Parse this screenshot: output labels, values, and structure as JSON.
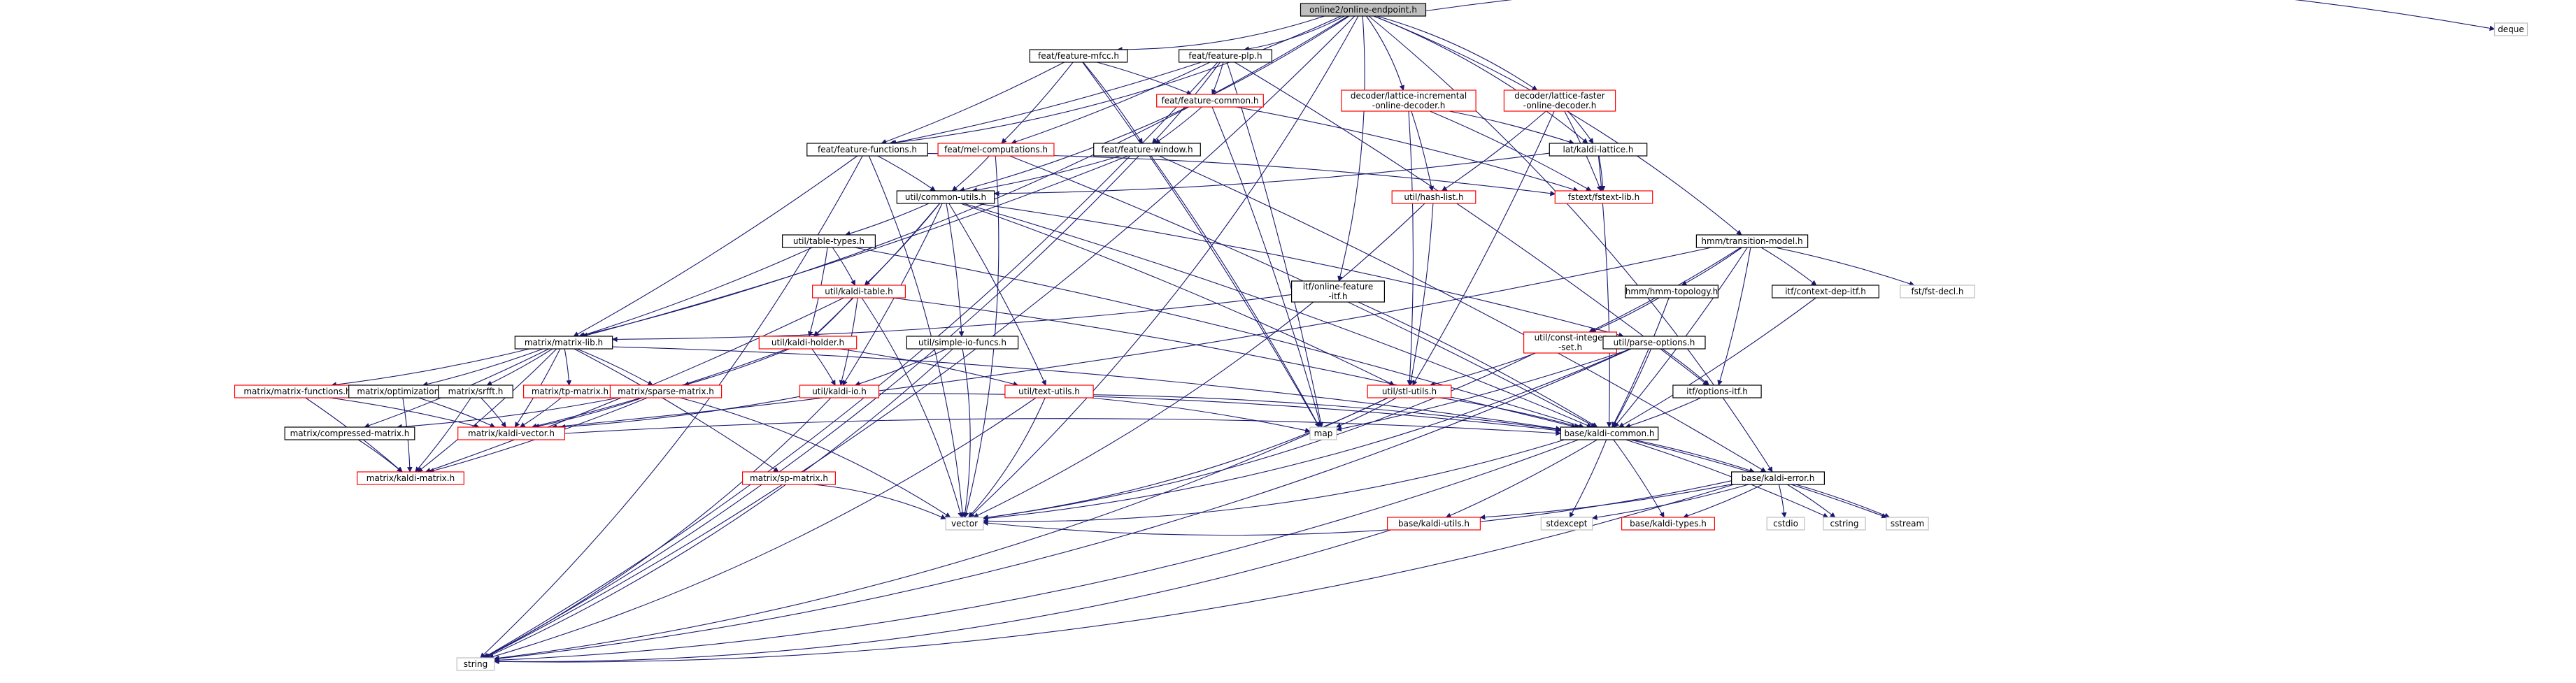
{
  "diagram": {
    "root": "online2/online-endpoint.h",
    "colors": {
      "edge": "#191970",
      "edge_alt": "#a9a9a9",
      "box_black": "#000000",
      "box_red": "#ff0000",
      "box_gray": "#bfbfbf",
      "root_fill": "#bfbfbf",
      "node_fill": "#ffffff",
      "text": "#000000"
    },
    "nodes": [
      {
        "id": "root",
        "label": "online2/online-endpoint.h",
        "style": "root"
      },
      {
        "id": "mfcc",
        "label": "feat/feature-mfcc.h",
        "style": "black"
      },
      {
        "id": "plp",
        "label": "feat/feature-plp.h",
        "style": "black"
      },
      {
        "id": "common",
        "label": "feat/feature-common.h",
        "style": "red"
      },
      {
        "id": "mel",
        "label": "feat/mel-computations.h",
        "style": "red"
      },
      {
        "id": "functions",
        "label": "feat/feature-functions.h",
        "style": "black"
      },
      {
        "id": "window",
        "label": "feat/feature-window.h",
        "style": "black"
      },
      {
        "id": "incremental",
        "label": [
          "decoder/lattice-incremental",
          "-online-decoder.h"
        ],
        "style": "red"
      },
      {
        "id": "faster",
        "label": [
          "decoder/lattice-faster",
          "-online-decoder.h"
        ],
        "style": "red"
      },
      {
        "id": "kaldilattice",
        "label": "lat/kaldi-lattice.h",
        "style": "black"
      },
      {
        "id": "hashlist",
        "label": "util/hash-list.h",
        "style": "red"
      },
      {
        "id": "fstextlib",
        "label": "fstext/fstext-lib.h",
        "style": "red"
      },
      {
        "id": "commonutils",
        "label": "util/common-utils.h",
        "style": "black"
      },
      {
        "id": "tabletypes",
        "label": "util/table-types.h",
        "style": "black"
      },
      {
        "id": "kalditable",
        "label": "util/kaldi-table.h",
        "style": "red"
      },
      {
        "id": "onlinefeature",
        "label": [
          "itf/online-feature",
          "-itf.h"
        ],
        "style": "black"
      },
      {
        "id": "transition",
        "label": "hmm/transition-model.h",
        "style": "black"
      },
      {
        "id": "hmmtopo",
        "label": "hmm/hmm-topology.h",
        "style": "black"
      },
      {
        "id": "contextdep",
        "label": "itf/context-dep-itf.h",
        "style": "black"
      },
      {
        "id": "fstdecl",
        "label": "fst/fst-decl.h",
        "style": "gray"
      },
      {
        "id": "matrixlib",
        "label": "matrix/matrix-lib.h",
        "style": "black"
      },
      {
        "id": "kaldiholder",
        "label": "util/kaldi-holder.h",
        "style": "red"
      },
      {
        "id": "simpleio",
        "label": "util/simple-io-funcs.h",
        "style": "black"
      },
      {
        "id": "constint",
        "label": [
          "util/const-integer",
          "-set.h"
        ],
        "style": "red"
      },
      {
        "id": "parseoptions",
        "label": "util/parse-options.h",
        "style": "black"
      },
      {
        "id": "matrixfunctions",
        "label": "matrix/matrix-functions.h",
        "style": "red"
      },
      {
        "id": "optimization",
        "label": "matrix/optimization.h",
        "style": "black"
      },
      {
        "id": "srfft",
        "label": "matrix/srfft.h",
        "style": "black"
      },
      {
        "id": "tpmatrix",
        "label": "matrix/tp-matrix.h",
        "style": "red"
      },
      {
        "id": "sparsematrix",
        "label": "matrix/sparse-matrix.h",
        "style": "red"
      },
      {
        "id": "kaldiio",
        "label": "util/kaldi-io.h",
        "style": "red"
      },
      {
        "id": "textutils",
        "label": "util/text-utils.h",
        "style": "red"
      },
      {
        "id": "stlutils",
        "label": "util/stl-utils.h",
        "style": "red"
      },
      {
        "id": "optionsitf",
        "label": "itf/options-itf.h",
        "style": "black"
      },
      {
        "id": "compressed",
        "label": "matrix/compressed-matrix.h",
        "style": "black"
      },
      {
        "id": "kaldivector",
        "label": "matrix/kaldi-vector.h",
        "style": "red"
      },
      {
        "id": "map",
        "label": "map",
        "style": "gray"
      },
      {
        "id": "kaldicommon",
        "label": "base/kaldi-common.h",
        "style": "black"
      },
      {
        "id": "kaldimatrix",
        "label": "matrix/kaldi-matrix.h",
        "style": "red"
      },
      {
        "id": "spmatrix",
        "label": "matrix/sp-matrix.h",
        "style": "red"
      },
      {
        "id": "kaldierror",
        "label": "base/kaldi-error.h",
        "style": "black"
      },
      {
        "id": "vector",
        "label": "vector",
        "style": "gray"
      },
      {
        "id": "kaldiutils",
        "label": "base/kaldi-utils.h",
        "style": "red"
      },
      {
        "id": "stdexcept",
        "label": "stdexcept",
        "style": "gray"
      },
      {
        "id": "kalditypes",
        "label": "base/kaldi-types.h",
        "style": "red"
      },
      {
        "id": "cstdio",
        "label": "cstdio",
        "style": "gray"
      },
      {
        "id": "cstring",
        "label": "cstring",
        "style": "gray"
      },
      {
        "id": "sstream",
        "label": "sstream",
        "style": "gray"
      },
      {
        "id": "string",
        "label": "string",
        "style": "gray"
      },
      {
        "id": "deque",
        "label": "deque",
        "style": "gray"
      }
    ],
    "edges": [
      [
        "root",
        "mfcc"
      ],
      [
        "root",
        "plp"
      ],
      [
        "root",
        "functions"
      ],
      [
        "root",
        "commonutils"
      ],
      [
        "root",
        "incremental"
      ],
      [
        "root",
        "faster"
      ],
      [
        "root",
        "kaldilattice"
      ],
      [
        "root",
        "onlinefeature"
      ],
      [
        "root",
        "transition"
      ],
      [
        "root",
        "matrixlib"
      ],
      [
        "root",
        "kaldierror"
      ],
      [
        "root",
        "vector"
      ],
      [
        "root",
        "string"
      ],
      [
        "root",
        "deque"
      ],
      [
        "mfcc",
        "common"
      ],
      [
        "mfcc",
        "functions"
      ],
      [
        "mfcc",
        "mel"
      ],
      [
        "mfcc",
        "window"
      ],
      [
        "mfcc",
        "map"
      ],
      [
        "plp",
        "common"
      ],
      [
        "plp",
        "functions"
      ],
      [
        "plp",
        "mel"
      ],
      [
        "plp",
        "window"
      ],
      [
        "plp",
        "map"
      ],
      [
        "plp",
        "optionsitf"
      ],
      [
        "plp",
        "string"
      ],
      [
        "common",
        "window"
      ],
      [
        "common",
        "map"
      ],
      [
        "common",
        "fstextlib"
      ],
      [
        "mel",
        "commonutils"
      ],
      [
        "mel",
        "vector"
      ],
      [
        "mel",
        "kaldicommon"
      ],
      [
        "functions",
        "commonutils"
      ],
      [
        "functions",
        "matrixlib"
      ],
      [
        "functions",
        "string"
      ],
      [
        "functions",
        "vector"
      ],
      [
        "functions",
        "fstextlib"
      ],
      [
        "window",
        "commonutils"
      ],
      [
        "window",
        "matrixlib"
      ],
      [
        "window",
        "map"
      ],
      [
        "window",
        "kaldierror"
      ],
      [
        "window",
        "string"
      ],
      [
        "incremental",
        "kaldilattice"
      ],
      [
        "incremental",
        "hashlist"
      ],
      [
        "incremental",
        "fstextlib"
      ],
      [
        "incremental",
        "stlutils"
      ],
      [
        "faster",
        "kaldilattice"
      ],
      [
        "faster",
        "hashlist"
      ],
      [
        "faster",
        "fstextlib"
      ],
      [
        "faster",
        "stlutils"
      ],
      [
        "kaldilattice",
        "fstextlib"
      ],
      [
        "kaldilattice",
        "commonutils"
      ],
      [
        "kaldilattice",
        "kaldicommon"
      ],
      [
        "hashlist",
        "stlutils"
      ],
      [
        "hashlist",
        "vector"
      ],
      [
        "commonutils",
        "tabletypes"
      ],
      [
        "commonutils",
        "kalditable"
      ],
      [
        "commonutils",
        "kaldiholder"
      ],
      [
        "commonutils",
        "simpleio"
      ],
      [
        "commonutils",
        "parseoptions"
      ],
      [
        "commonutils",
        "kaldiio"
      ],
      [
        "commonutils",
        "textutils"
      ],
      [
        "commonutils",
        "stlutils"
      ],
      [
        "commonutils",
        "kaldicommon"
      ],
      [
        "tabletypes",
        "kalditable"
      ],
      [
        "tabletypes",
        "kaldiholder"
      ],
      [
        "tabletypes",
        "matrixlib"
      ],
      [
        "tabletypes",
        "kaldicommon"
      ],
      [
        "kalditable",
        "kaldiholder"
      ],
      [
        "kalditable",
        "kaldiio"
      ],
      [
        "kalditable",
        "kaldimatrix"
      ],
      [
        "kalditable",
        "vector"
      ],
      [
        "kalditable",
        "kaldicommon"
      ],
      [
        "onlinefeature",
        "matrixlib"
      ],
      [
        "onlinefeature",
        "kaldicommon"
      ],
      [
        "transition",
        "hmmtopo"
      ],
      [
        "transition",
        "contextdep"
      ],
      [
        "transition",
        "fstdecl"
      ],
      [
        "transition",
        "constint"
      ],
      [
        "transition",
        "optionsitf"
      ],
      [
        "transition",
        "kaldicommon"
      ],
      [
        "transition",
        "kaldivector"
      ],
      [
        "hmmtopo",
        "constint"
      ],
      [
        "hmmtopo",
        "kaldicommon"
      ],
      [
        "contextdep",
        "kaldicommon"
      ],
      [
        "matrixlib",
        "matrixfunctions"
      ],
      [
        "matrixlib",
        "optimization"
      ],
      [
        "matrixlib",
        "srfft"
      ],
      [
        "matrixlib",
        "tpmatrix"
      ],
      [
        "matrixlib",
        "sparsematrix"
      ],
      [
        "matrixlib",
        "kaldivector"
      ],
      [
        "matrixlib",
        "compressed"
      ],
      [
        "matrixlib",
        "kaldimatrix"
      ],
      [
        "matrixlib",
        "spmatrix"
      ],
      [
        "matrixlib",
        "kaldicommon"
      ],
      [
        "kaldiholder",
        "kaldiio"
      ],
      [
        "kaldiholder",
        "textutils"
      ],
      [
        "kaldiholder",
        "sparsematrix"
      ],
      [
        "kaldiholder",
        "kaldivector"
      ],
      [
        "simpleio",
        "kaldiio"
      ],
      [
        "simpleio",
        "vector"
      ],
      [
        "simpleio",
        "string"
      ],
      [
        "constint",
        "stlutils"
      ],
      [
        "constint",
        "vector"
      ],
      [
        "parseoptions",
        "optionsitf"
      ],
      [
        "parseoptions",
        "kaldicommon"
      ],
      [
        "parseoptions",
        "map"
      ],
      [
        "parseoptions",
        "vector"
      ],
      [
        "parseoptions",
        "string"
      ],
      [
        "matrixfunctions",
        "kaldivector"
      ],
      [
        "matrixfunctions",
        "kaldimatrix"
      ],
      [
        "optimization",
        "kaldivector"
      ],
      [
        "optimization",
        "kaldimatrix"
      ],
      [
        "srfft",
        "kaldivector"
      ],
      [
        "srfft",
        "kaldimatrix"
      ],
      [
        "tpmatrix",
        "kaldivector"
      ],
      [
        "sparsematrix",
        "kaldivector"
      ],
      [
        "sparsematrix",
        "kaldimatrix"
      ],
      [
        "sparsematrix",
        "compressed"
      ],
      [
        "sparsematrix",
        "vector"
      ],
      [
        "kaldiio",
        "kaldicommon"
      ],
      [
        "kaldiio",
        "kaldivector"
      ],
      [
        "kaldiio",
        "string"
      ],
      [
        "textutils",
        "kaldicommon"
      ],
      [
        "textutils",
        "map"
      ],
      [
        "textutils",
        "vector"
      ],
      [
        "textutils",
        "string"
      ],
      [
        "stlutils",
        "kaldicommon"
      ],
      [
        "stlutils",
        "map"
      ],
      [
        "stlutils",
        "vector"
      ],
      [
        "stlutils",
        "string"
      ],
      [
        "optionsitf",
        "kaldicommon"
      ],
      [
        "compressed",
        "kaldimatrix"
      ],
      [
        "kaldivector",
        "kaldicommon"
      ],
      [
        "spmatrix",
        "vector"
      ],
      [
        "kaldicommon",
        "kaldierror"
      ],
      [
        "kaldicommon",
        "kaldiutils"
      ],
      [
        "kaldicommon",
        "kalditypes"
      ],
      [
        "kaldicommon",
        "stdexcept"
      ],
      [
        "kaldicommon",
        "vector"
      ],
      [
        "kaldicommon",
        "string"
      ],
      [
        "kaldicommon",
        "cstring"
      ],
      [
        "kaldicommon",
        "sstream"
      ],
      [
        "kaldierror",
        "vector"
      ],
      [
        "kaldierror",
        "kaldiutils"
      ],
      [
        "kaldierror",
        "kalditypes"
      ],
      [
        "kaldierror",
        "stdexcept"
      ],
      [
        "kaldierror",
        "cstdio"
      ],
      [
        "kaldierror",
        "cstring"
      ],
      [
        "kaldierror",
        "sstream"
      ],
      [
        "kaldierror",
        "string"
      ],
      [
        "kaldiutils",
        "string"
      ]
    ]
  }
}
